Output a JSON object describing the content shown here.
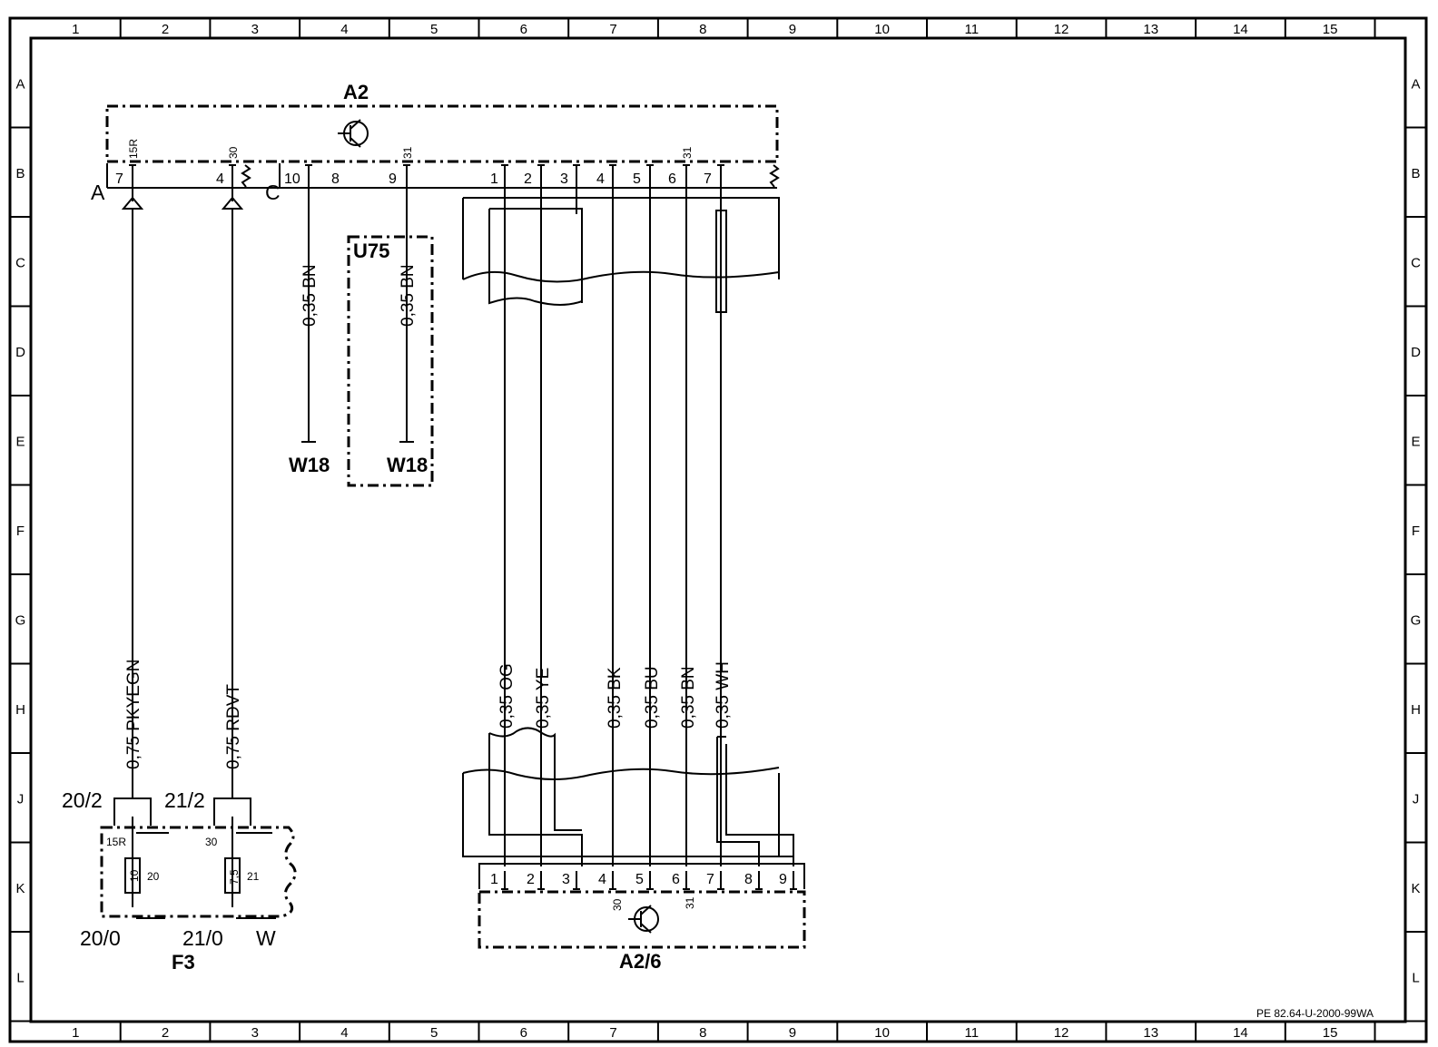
{
  "frame": {
    "columns": [
      "1",
      "2",
      "3",
      "4",
      "5",
      "6",
      "7",
      "8",
      "9",
      "10",
      "11",
      "12",
      "13",
      "14",
      "15"
    ],
    "rows": [
      "A",
      "B",
      "C",
      "D",
      "E",
      "F",
      "G",
      "H",
      "J",
      "K",
      "L"
    ]
  },
  "components": {
    "a2": {
      "label": "A2",
      "connector_a": "A",
      "connector_c": "C",
      "pins_a": [
        {
          "num": "7",
          "term": "15R"
        },
        {
          "num": "4",
          "term": "30"
        }
      ],
      "pins_c": [
        {
          "num": "10",
          "term": ""
        },
        {
          "num": "8",
          "term": ""
        },
        {
          "num": "9",
          "term": "31"
        }
      ],
      "pins_right": [
        {
          "num": "1",
          "term": ""
        },
        {
          "num": "2",
          "term": ""
        },
        {
          "num": "3",
          "term": ""
        },
        {
          "num": "4",
          "term": ""
        },
        {
          "num": "5",
          "term": ""
        },
        {
          "num": "6",
          "term": "31"
        },
        {
          "num": "7",
          "term": ""
        }
      ]
    },
    "u75": {
      "label": "U75"
    },
    "a26": {
      "label": "A2/6",
      "pins": [
        "1",
        "2",
        "3",
        "4",
        "5",
        "6",
        "7",
        "8",
        "9"
      ],
      "terms": [
        "30",
        "31"
      ]
    },
    "f3": {
      "label": "F3",
      "fuse1": {
        "rating": "10",
        "num": "20",
        "term": "15R",
        "top": "20/2",
        "bottom": "20/0"
      },
      "fuse2": {
        "rating": "7,5",
        "num": "21",
        "term": "30",
        "top": "21/2",
        "bottom": "21/0",
        "w": "W"
      }
    }
  },
  "wires": {
    "pkyegn": "0,75 PKYEGN",
    "rdvt": "0,75 RDVT",
    "bn_left": "0,35 BN",
    "bn_u75": "0,35 BN",
    "og": "0,35 OG",
    "ye": "0,35 YE",
    "bk": "0,35 BK",
    "bu": "0,35 BU",
    "bn": "0,35 BN",
    "wh": "0,35 WH"
  },
  "grounds": {
    "left": "W18",
    "u75": "W18"
  },
  "drawing_code": "PE 82.64-U-2000-99WA"
}
